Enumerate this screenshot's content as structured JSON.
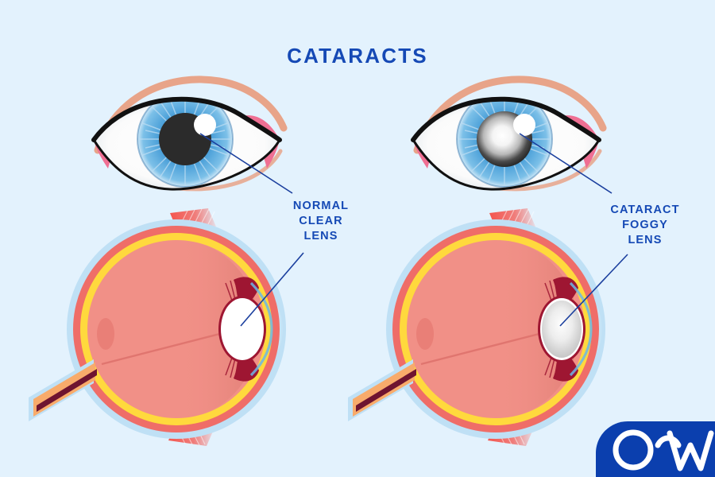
{
  "page": {
    "title": "CATARACTS",
    "background_color": "#e3f2fd",
    "accent_color": "#1549b5"
  },
  "panels": [
    {
      "id": "normal",
      "label_lines": [
        "NORMAL",
        "CLEAR",
        "LENS"
      ],
      "eye_front": {
        "sclera_color": "#ffffff",
        "iris_color": "#4a9fd8",
        "pupil_color": "#2b2b2b",
        "pupil_state": "clear-dark",
        "highlight_color": "#ffffff",
        "lid_line_color": "#111111",
        "caruncle_color": "#ef6f93",
        "brow_color": "#e8a489"
      },
      "cross_section": {
        "lens_color": "#ffffff",
        "lens_state": "clear",
        "vitreous_color": "#f19087",
        "retina_color": "#ffd93d",
        "choroid_color": "#ef6d68",
        "sclera_halo_color": "#bfe0f5",
        "iris_color": "#9e1632",
        "optic_nerve_colors": [
          "#f8ab6b",
          "#6e1430"
        ],
        "muscle_color": "#f4564f"
      }
    },
    {
      "id": "cataract",
      "label_lines": [
        "CATARACT",
        "FOGGY",
        "LENS"
      ],
      "eye_front": {
        "sclera_color": "#ffffff",
        "iris_color": "#4a9fd8",
        "pupil_color": "#2b2b2b",
        "pupil_state": "clouded",
        "cloud_color": "#f2f2f2",
        "highlight_color": "#ffffff",
        "lid_line_color": "#111111",
        "caruncle_color": "#ef6f93",
        "brow_color": "#e8a489"
      },
      "cross_section": {
        "lens_color": "#d8d8d8",
        "lens_state": "foggy",
        "vitreous_color": "#f19087",
        "retina_color": "#ffd93d",
        "choroid_color": "#ef6d68",
        "sclera_halo_color": "#bfe0f5",
        "iris_color": "#9e1632",
        "optic_nerve_colors": [
          "#f8ab6b",
          "#6e1430"
        ],
        "muscle_color": "#f4564f"
      }
    }
  ],
  "leader_lines": {
    "color": "#1b3f9e",
    "width": 1.6
  },
  "logo": {
    "text": "O",
    "arc": "⌒",
    "text2": "W",
    "background_color": "#0b3fae",
    "text_color": "#ffffff"
  }
}
